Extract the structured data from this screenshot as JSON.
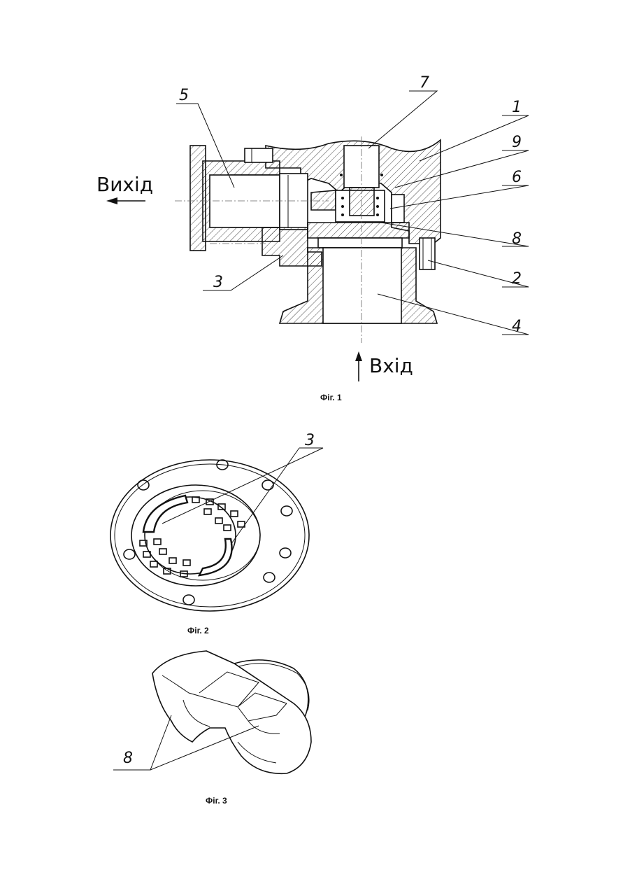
{
  "figure1": {
    "caption": "Фіг. 1",
    "outlet_word": "Вихід",
    "inlet_word": "Вхід",
    "callouts": {
      "n1": "1",
      "n2": "2",
      "n3": "3",
      "n4": "4",
      "n5": "5",
      "n6": "6",
      "n7": "7",
      "n8": "8",
      "n9": "9"
    }
  },
  "figure2": {
    "caption": "Фіг. 2",
    "callout": "3"
  },
  "figure3": {
    "caption": "Фіг. 3",
    "callout": "8"
  }
}
